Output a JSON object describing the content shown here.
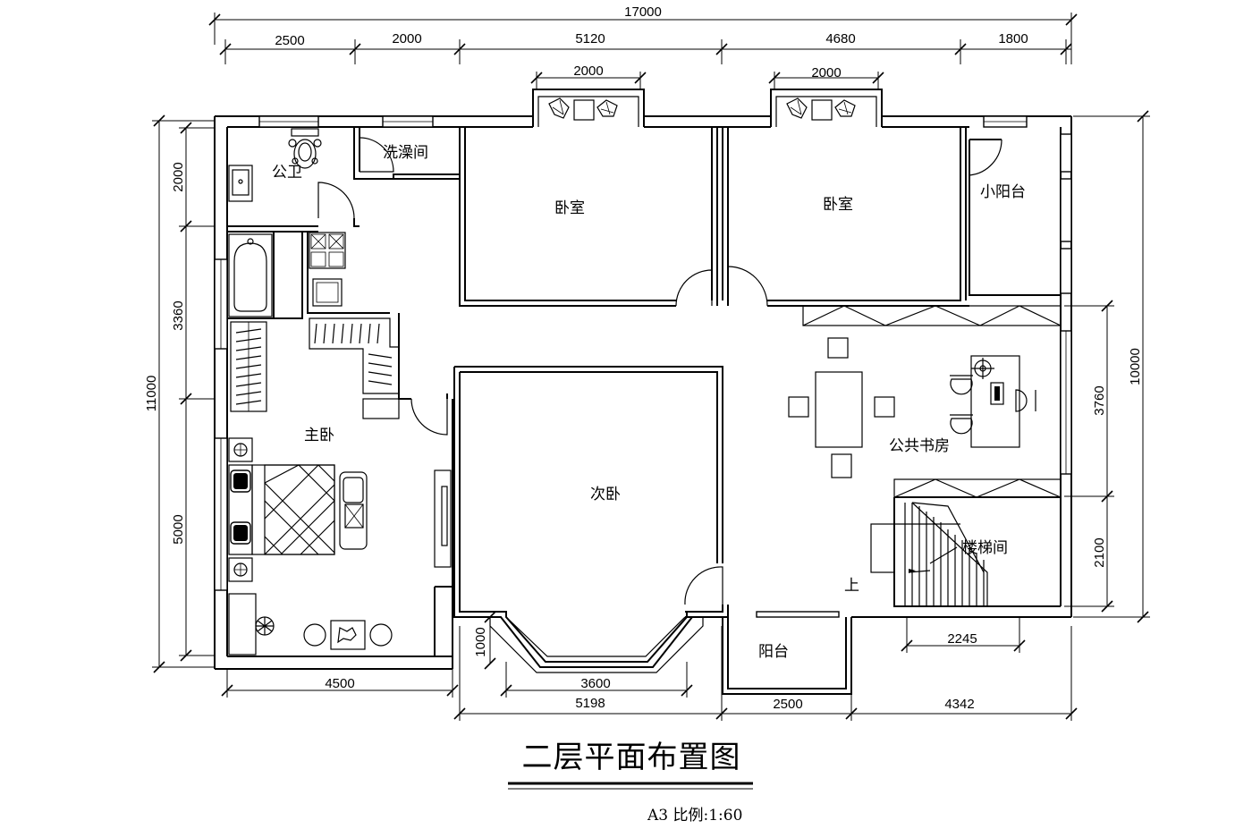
{
  "title": "二层平面布置图",
  "scale": "A3 比例:1:60",
  "rooms": {
    "public_wc": "公卫",
    "shower": "洗澡间",
    "bedroom_1": "卧室",
    "bedroom_2": "卧室",
    "small_balcony": "小阳台",
    "master": "主卧",
    "second_bedroom": "次卧",
    "study": "公共书房",
    "stairs": "楼梯间",
    "up": "上",
    "balcony": "阳台"
  },
  "dims": {
    "top_total": "17000",
    "top_1": "2500",
    "top_2": "2000",
    "top_3": "5120",
    "top_4": "4680",
    "top_5": "1800",
    "bay_1": "2000",
    "bay_2": "2000",
    "left_total": "11000",
    "left_1": "2000",
    "left_2": "3360",
    "left_3": "5000",
    "right_total": "10000",
    "right_1": "3760",
    "right_2": "2100",
    "bottom_1": "4500",
    "bottom_2": "5198",
    "bottom_3": "2500",
    "bottom_4": "4342",
    "bay_window": "3600",
    "bay_depth": "1000",
    "stair_width": "2245"
  }
}
